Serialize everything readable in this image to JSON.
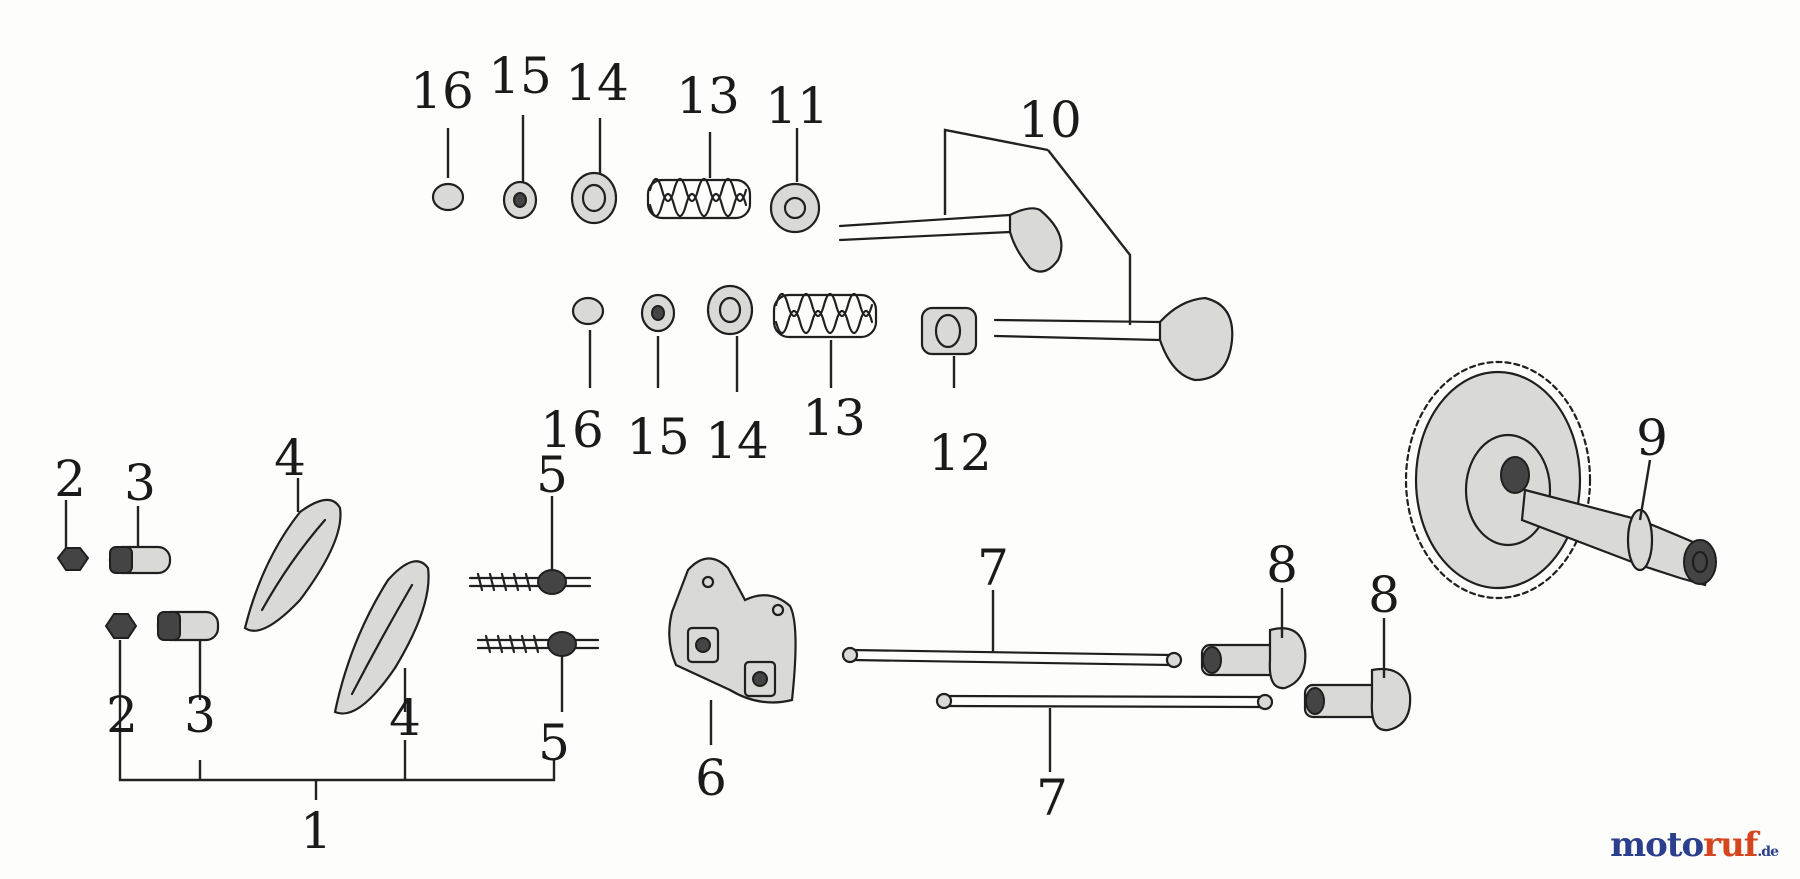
{
  "diagram": {
    "callouts": {
      "c1": "1",
      "c2a": "2",
      "c2b": "2",
      "c3a": "3",
      "c3b": "3",
      "c4a": "4",
      "c4b": "4",
      "c5a": "5",
      "c5b": "5",
      "c6": "6",
      "c7a": "7",
      "c7b": "7",
      "c8a": "8",
      "c8b": "8",
      "c9": "9",
      "c10": "10",
      "c11": "11",
      "c12": "12",
      "c13a": "13",
      "c13b": "13",
      "c14a": "14",
      "c14b": "14",
      "c15a": "15",
      "c15b": "15",
      "c16a": "16",
      "c16b": "16"
    }
  },
  "watermark": {
    "part1": "moto",
    "part2": "ruf",
    "part3": ".de"
  }
}
